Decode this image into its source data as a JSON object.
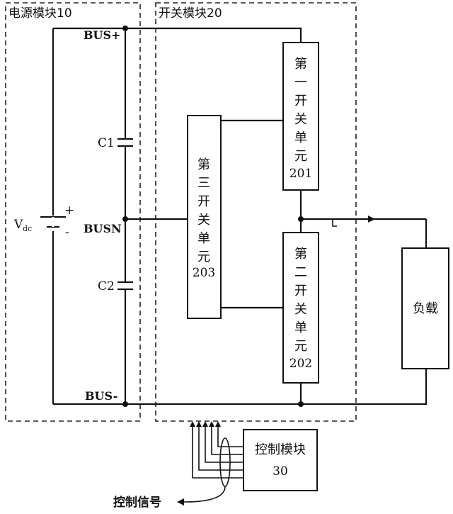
{
  "modules": {
    "power": "电源模块10",
    "switch": "开关模块20"
  },
  "bus": {
    "plus": "BUS+",
    "neutral": "BUSN",
    "minus": "BUS-"
  },
  "source": {
    "label_main": "V",
    "label_sub": "dc",
    "plus": "+",
    "minus": "-"
  },
  "capacitors": [
    "C1",
    "C2"
  ],
  "switch_units": {
    "first": {
      "chars": [
        "第",
        "一",
        "开",
        "关",
        "单",
        "元"
      ],
      "number": "201"
    },
    "second": {
      "chars": [
        "第",
        "二",
        "开",
        "关",
        "单",
        "元"
      ],
      "number": "202"
    },
    "third": {
      "chars": [
        "第",
        "三",
        "开",
        "关",
        "单",
        "元"
      ],
      "number": "203"
    }
  },
  "load": "负载",
  "control": {
    "title": "控制模块",
    "number": "30"
  },
  "control_signal": "控制信号"
}
